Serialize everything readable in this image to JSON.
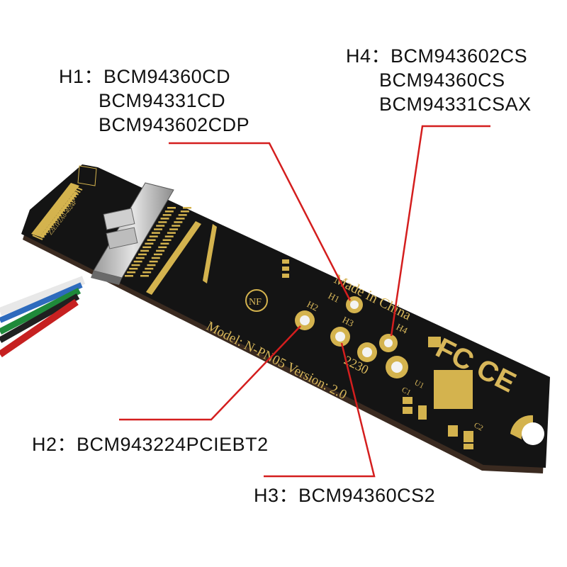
{
  "callouts": {
    "h1": {
      "prefix": "H1：",
      "models": [
        "BCM94360CD",
        "BCM94331CD",
        "BCM943602CDP"
      ]
    },
    "h2": {
      "prefix": "H2：",
      "models": [
        "BCM943224PCIEBT2"
      ]
    },
    "h3": {
      "prefix": "H3：",
      "models": [
        "BCM94360CS2"
      ]
    },
    "h4": {
      "prefix": "H4：",
      "models": [
        "BCM943602CS",
        "BCM94360CS",
        "BCM94331CSAX"
      ]
    }
  },
  "board": {
    "made_in": "Made in China",
    "model_text": "Model: N-PN05 Version: 2.0",
    "size_text": "2230",
    "hole_labels": [
      "H1",
      "H2",
      "H3",
      "H4"
    ],
    "component_labels": [
      "C1",
      "C2",
      "U1"
    ],
    "logo": "NF",
    "cert_marks": "FC CE",
    "connector_code": "Z2E1P2A0-4024P"
  },
  "colors": {
    "pcb": "#141414",
    "gold": "#d4b34e",
    "leader": "#d41e1e",
    "wire_colors": [
      "#e8e8e8",
      "#2e6bbd",
      "#1f8a3a",
      "#202020",
      "#c62020"
    ]
  }
}
